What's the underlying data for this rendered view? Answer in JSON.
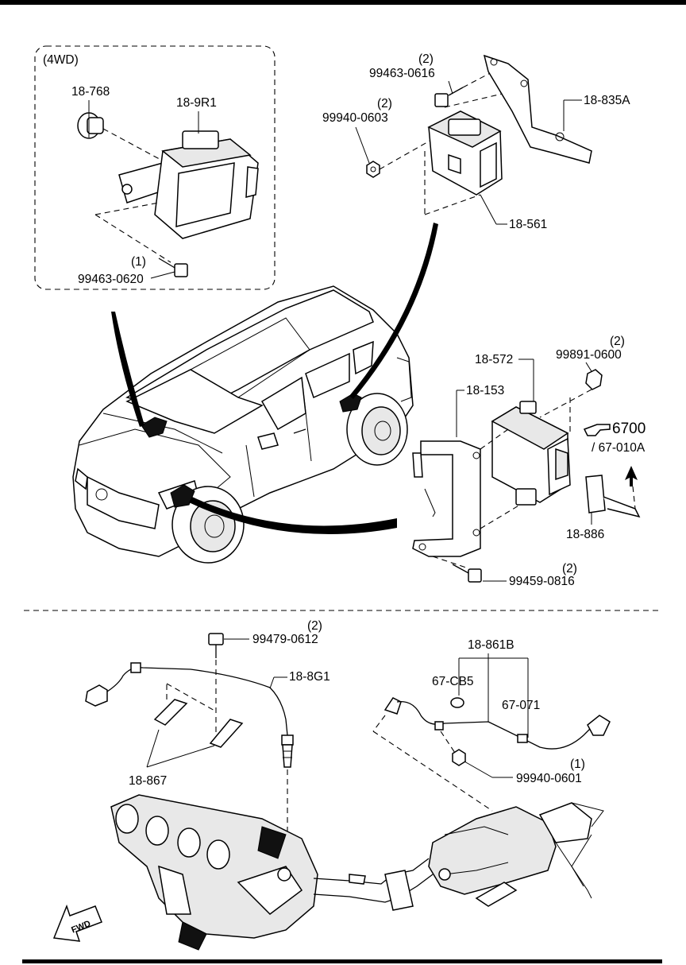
{
  "labels": {
    "group_4wd": "(4WD)",
    "p18_768": "18-768",
    "p18_9r1": "18-9R1",
    "p99463_0620_qty": "(1)",
    "p99463_0620": "99463-0620",
    "p99463_0616_qty": "(2)",
    "p99463_0616": "99463-0616",
    "p99940_0603_qty": "(2)",
    "p99940_0603": "99940-0603",
    "p18_835a": "18-835A",
    "p18_561": "18-561",
    "p18_572": "18-572",
    "p99891_0600_qty": "(2)",
    "p99891_0600": "99891-0600",
    "p18_153": "18-153",
    "ref_6700": "6700",
    "ref_67_010a": "/ 67-010A",
    "p18_886": "18-886",
    "p99459_0816_qty": "(2)",
    "p99459_0816": "99459-0816",
    "p99479_0612_qty": "(2)",
    "p99479_0612": "99479-0612",
    "p18_8g1": "18-8G1",
    "p18_867": "18-867",
    "p18_861b": "18-861B",
    "p67_cb5": "67-CB5",
    "p67_071": "67-071",
    "p99940_0601_qty": "(1)",
    "p99940_0601": "99940-0601",
    "fwd": "FWD"
  },
  "icons": {
    "pointer_hand": "pointing-hand-icon",
    "forward_arrow": "forward-arrow-icon"
  }
}
